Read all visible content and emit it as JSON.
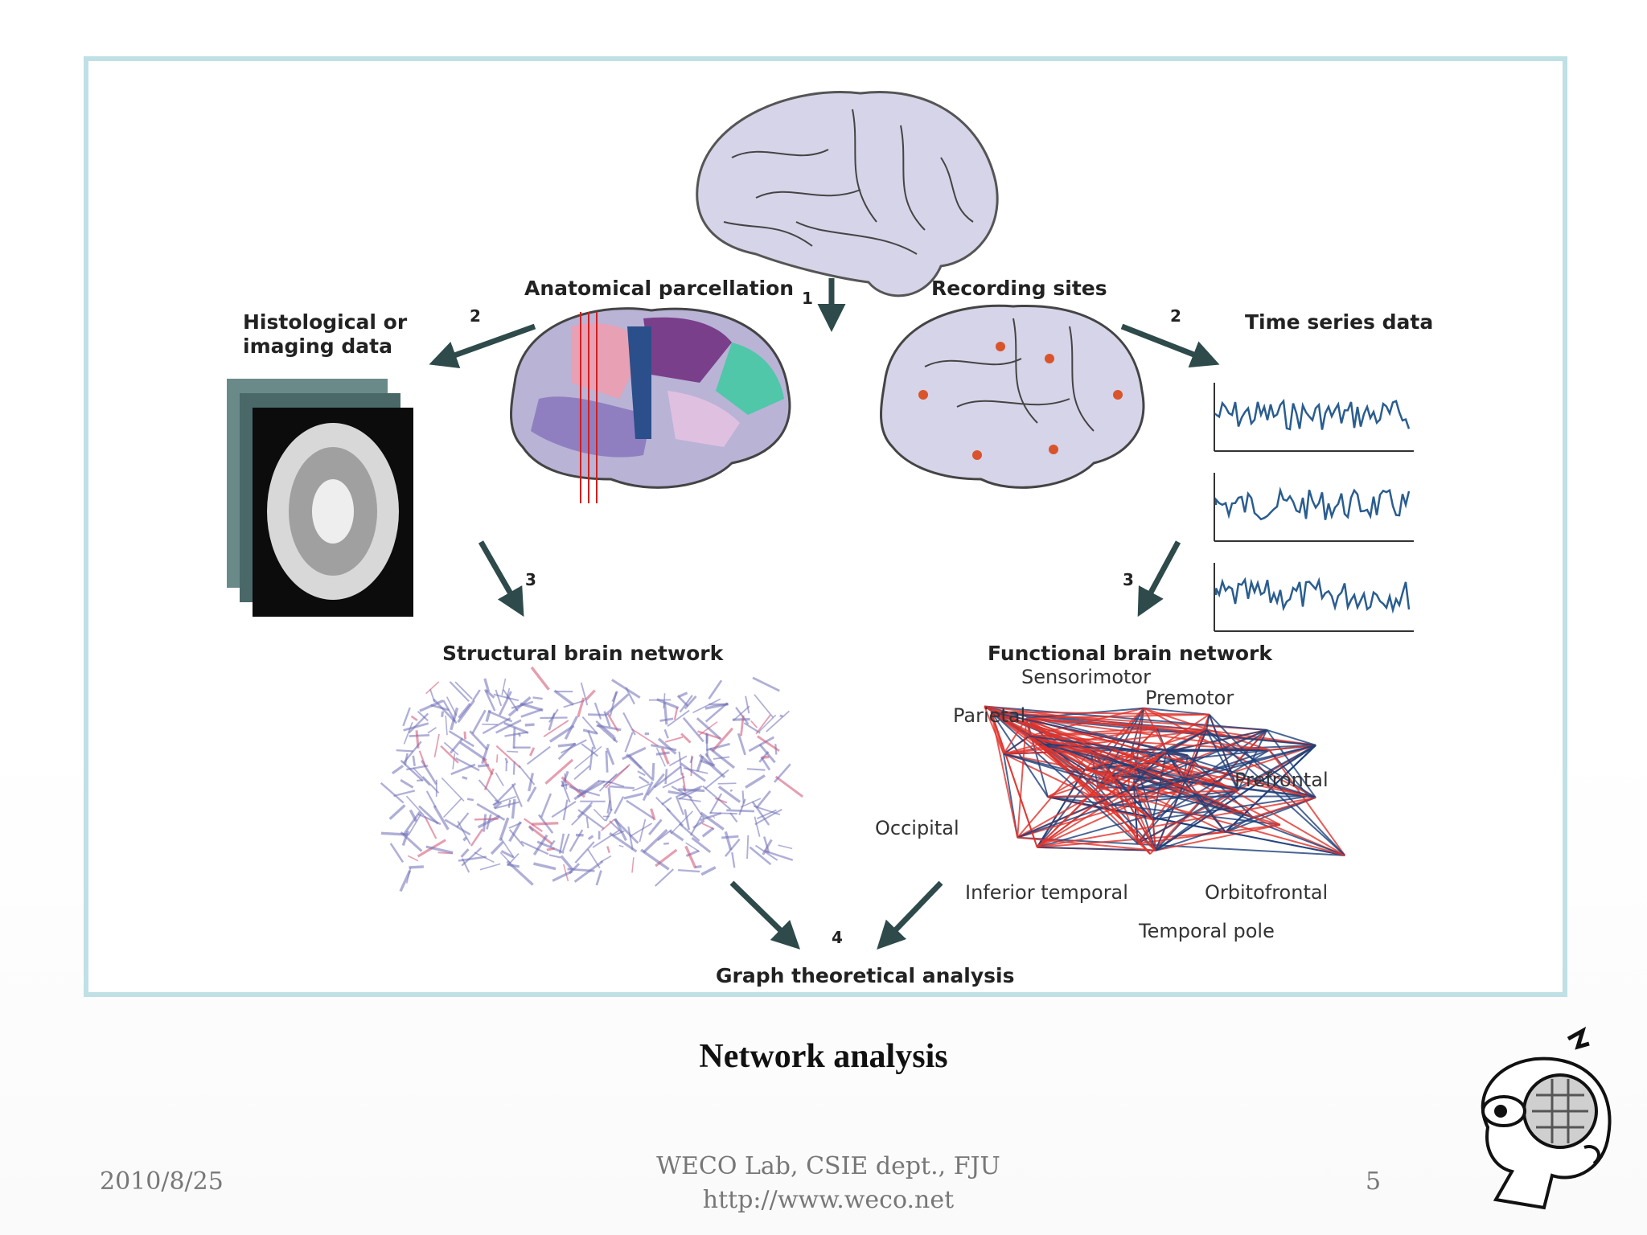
{
  "figure": {
    "labels": {
      "anatomical_parcellation": "Anatomical parcellation",
      "recording_sites": "Recording sites",
      "histological_line1": "Histological or",
      "histological_line2": "imaging data",
      "time_series": "Time series data",
      "structural": "Structural brain network",
      "functional": "Functional brain network",
      "graph_analysis": "Graph theoretical analysis"
    },
    "step_numbers": {
      "s1": "1",
      "s2": "2",
      "s3": "3",
      "s4": "4"
    },
    "regions": {
      "sensorimotor": "Sensorimotor",
      "premotor": "Premotor",
      "parietal": "Parietal",
      "prefrontal": "Prefrontal",
      "occipital": "Occipital",
      "inferior_temporal": "Inferior temporal",
      "orbitofrontal": "Orbitofrontal",
      "temporal_pole": "Temporal pole"
    }
  },
  "caption": "Network analysis",
  "footer": {
    "date": "2010/8/25",
    "lab_line1": "WECO Lab, CSIE dept., FJU",
    "lab_line2": "http://www.weco.net",
    "page": "5"
  },
  "colors": {
    "frame": "#bfe0e4",
    "brain": "#d6d4e8",
    "arrow": "#2e4a4a",
    "network_red": "#e0332b",
    "network_blue": "#1f3f7a",
    "signal": "#2a5d8f"
  }
}
